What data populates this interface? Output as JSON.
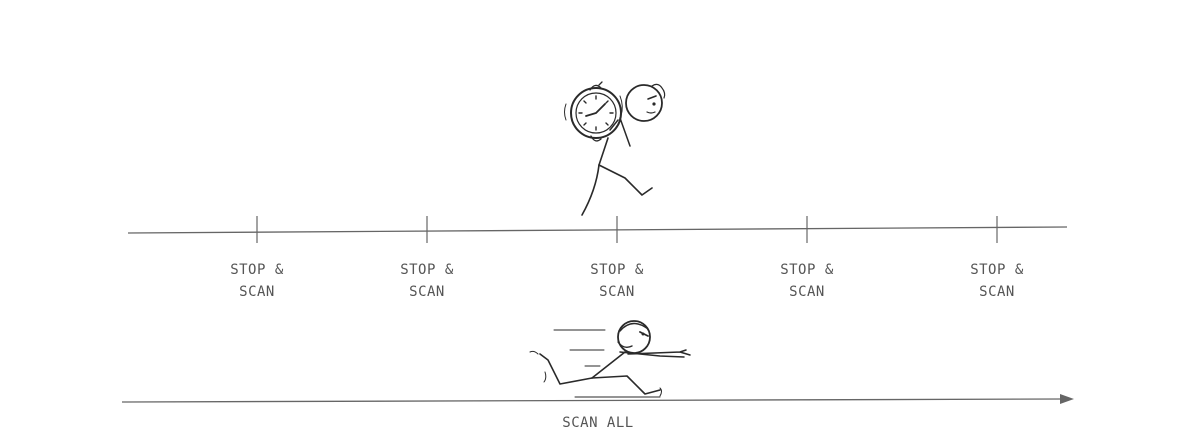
{
  "top_timeline": {
    "checkpoints": [
      {
        "label": "STOP &\nSCAN"
      },
      {
        "label": "STOP &\nSCAN"
      },
      {
        "label": "STOP &\nSCAN"
      },
      {
        "label": "STOP &\nSCAN"
      },
      {
        "label": "STOP &\nSCAN"
      }
    ]
  },
  "bottom_timeline": {
    "label": "SCAN ALL"
  },
  "colors": {
    "line": "#666666",
    "text": "#555555",
    "ink": "#2a2a2a"
  },
  "icons": {
    "top_figure": "stick-figure-carrying-alarm-clock-icon",
    "bottom_figure": "stick-figure-running-fast-icon"
  }
}
